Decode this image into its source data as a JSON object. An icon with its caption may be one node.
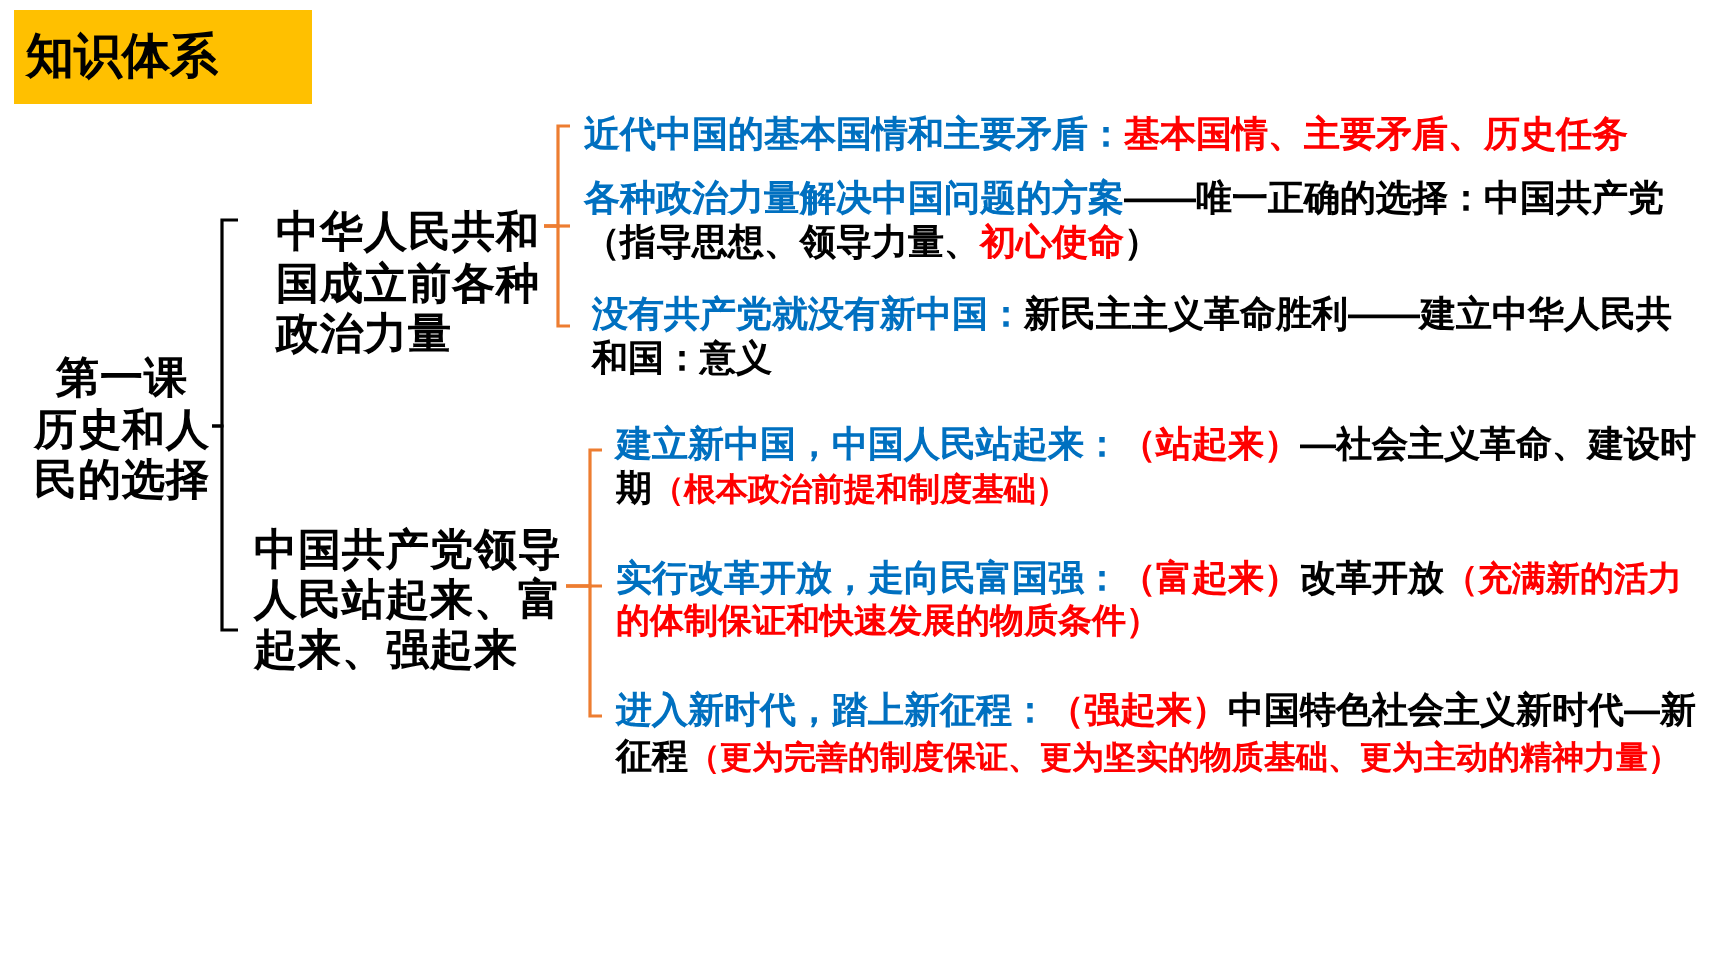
{
  "diagram": {
    "title": "知识体系",
    "nodes": [
      {
        "text": [
          "第一课",
          "历史和人民的选择"
        ]
      },
      {
        "text": [
          "中华人民共和国成立前各种政治力量"
        ]
      },
      {
        "text": [
          "中国共产党领导人民站起来、富起来、强起来"
        ]
      },
      {
        "text": [
          "近代中国的基本国情和主要矛盾：",
          "基本国情、主要矛盾、历史任务"
        ]
      },
      {
        "text": [
          "各种政治力量解决中国问题的方案",
          "——唯一正确的选择：中国共产党（指导思想、领导力量、**初心使命**）"
        ]
      },
      {
        "text": [
          "没有共产党就没有新中国：",
          "新民主主义革命胜利——建立中华人民共和国：意义"
        ]
      },
      {
        "text": [
          "建立新中国，中国人民站起来：",
          "**（站起来）**—社会主义革命、建设时期**（根本政治前提和制度基础）**"
        ]
      },
      {
        "text": [
          "实行改革开放，走向民富国强：",
          "**（富起来）**改革开放**（充满新的活力的体制保证和快速发展的物质条件）**"
        ]
      },
      {
        "text": [
          "进入新时代，踏上新征程：",
          "**（强起来）**中国特色社会主义新时代—新征程**（更为完善的制度保证、更为坚实的物质基础、更为主动的精神力量）**"
        ]
      }
    ],
    "edges": [
      {
        "from": 0,
        "to": 1,
        "arrow": "none",
        "color": "#000000"
      },
      {
        "from": 0,
        "to": 2,
        "arrow": "none",
        "color": "#000000"
      },
      {
        "from": 1,
        "to": 3,
        "arrow": "none"
      },
      {
        "from": 1,
        "to": 4,
        "arrow": "none"
      },
      {
        "from": 1,
        "to": 5,
        "arrow": "none"
      },
      {
        "from": 2,
        "to": 6,
        "arrow": "none"
      },
      {
        "from": 2,
        "to": 7,
        "arrow": "none"
      },
      {
        "from": 2,
        "to": 8,
        "arrow": "none"
      }
    ]
  }
}
